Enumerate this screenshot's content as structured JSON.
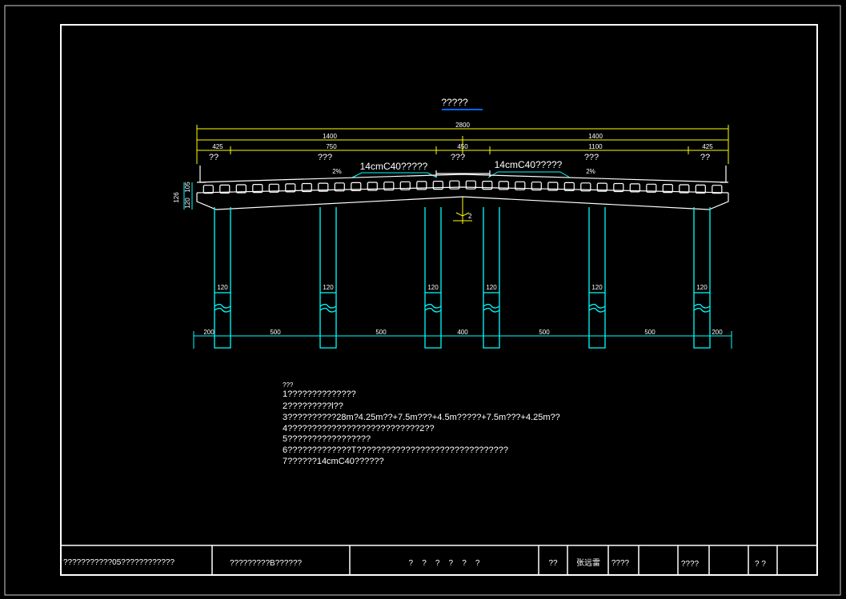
{
  "drawing": {
    "title": "?????",
    "dims_top_total": "2800",
    "dims_top_halves": [
      "1400",
      "1400"
    ],
    "dims_top_parts": [
      "425",
      "750",
      "450",
      "1100",
      "425"
    ],
    "zone_labels": [
      "??",
      "???",
      "???",
      "???",
      "??"
    ],
    "pavement_labels": [
      "14cmC40?????",
      "14cmC40?????"
    ],
    "slopes": [
      "2%",
      "2%"
    ],
    "left_heights": [
      "126",
      "120",
      "105"
    ],
    "center_mark": "2",
    "pier_widths": [
      "120",
      "120",
      "120",
      "120",
      "120",
      "120"
    ],
    "bottom_dims": [
      "200",
      "500",
      "500",
      "400",
      "500",
      "500",
      "200"
    ]
  },
  "notes": {
    "heading": "???",
    "lines": [
      "1??????????????",
      "2?????????l??",
      "3??????????28m?4.25m??+7.5m???+4.5m?????+7.5m???+4.25m??",
      "4???????????????????????????2??",
      "5?????????????????",
      "6?????????????T???????????????????????????????",
      "7??????14cmC40??????"
    ]
  },
  "title_block": {
    "project": "???????????05????????????",
    "drawing_name": "?????????B??????",
    "col3": "?    ?    ?    ?    ?    ?",
    "col4": "??",
    "col5": "张远雷",
    "col6": "????",
    "col8": "????",
    "col10": "?  ?"
  },
  "colors": {
    "frame": "#ffffff",
    "structure": "#00ffff",
    "dimension": "#ffff00",
    "text": "#ffffff",
    "title_underline": "#0066ff"
  }
}
